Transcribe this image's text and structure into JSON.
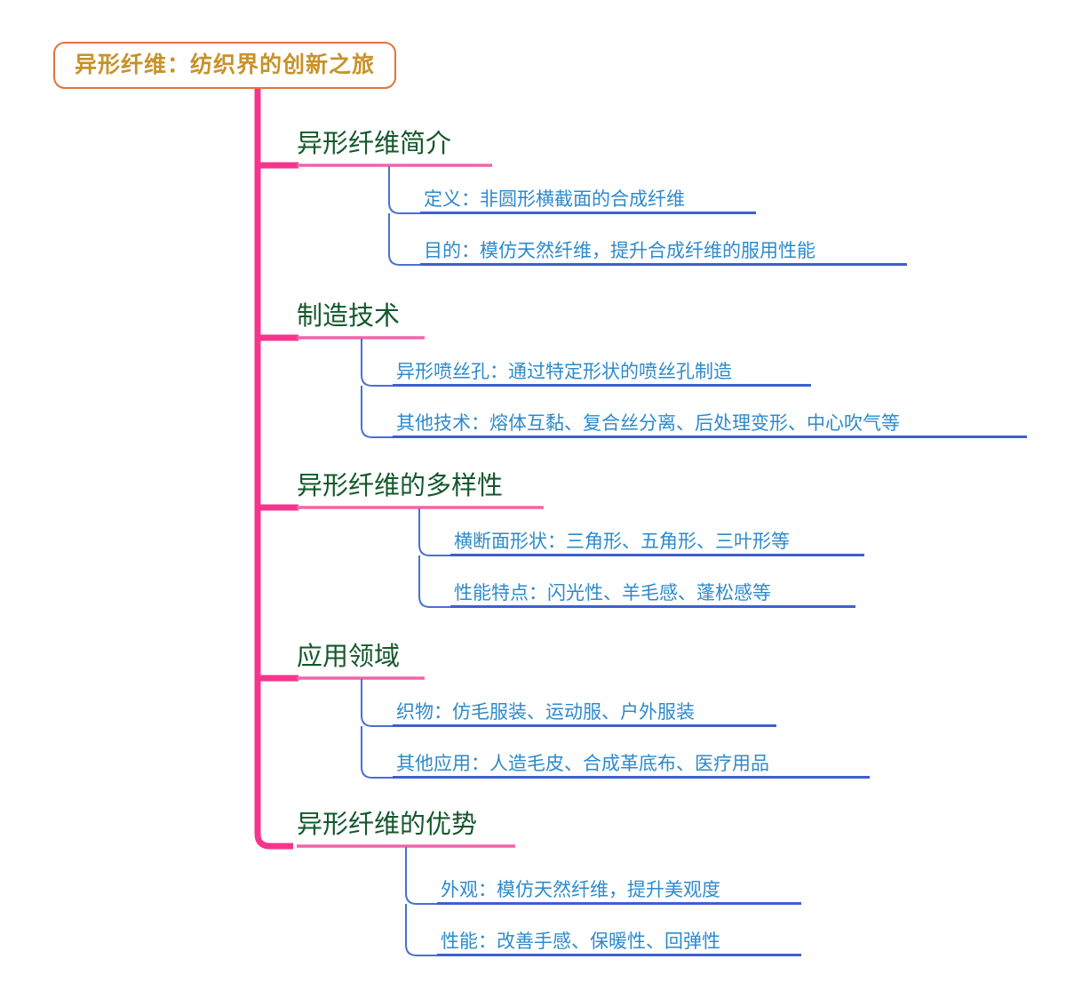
{
  "title": "异形纤维：纺织界的创新之旅",
  "colors": {
    "root_border": "#E2733C",
    "root_text": "#C8922A",
    "trunk": "#F5358C",
    "level1_text": "#14582B",
    "level1_underline": "#F264A8",
    "level2_text": "#2E8ACB",
    "level2_underline": "#3E5FD0",
    "connector": "#4A6FD4",
    "background": "#FFFFFF"
  },
  "root": {
    "label": "异形纤维：纺织界的创新之旅"
  },
  "branches": [
    {
      "label": "异形纤维简介",
      "children": [
        {
          "label": "定义：非圆形横截面的合成纤维"
        },
        {
          "label": "目的：模仿天然纤维，提升合成纤维的服用性能"
        }
      ]
    },
    {
      "label": "制造技术",
      "children": [
        {
          "label": "异形喷丝孔：通过特定形状的喷丝孔制造"
        },
        {
          "label": "其他技术：熔体互黏、复合丝分离、后处理变形、中心吹气等"
        }
      ]
    },
    {
      "label": "异形纤维的多样性",
      "children": [
        {
          "label": "横断面形状：三角形、五角形、三叶形等"
        },
        {
          "label": "性能特点：闪光性、羊毛感、蓬松感等"
        }
      ]
    },
    {
      "label": "应用领域",
      "children": [
        {
          "label": "织物：仿毛服装、运动服、户外服装"
        },
        {
          "label": "其他应用：人造毛皮、合成革底布、医疗用品"
        }
      ]
    },
    {
      "label": "异形纤维的优势",
      "children": [
        {
          "label": "外观：模仿天然纤维，提升美观度"
        },
        {
          "label": "性能：改善手感、保暖性、回弹性"
        }
      ]
    }
  ]
}
